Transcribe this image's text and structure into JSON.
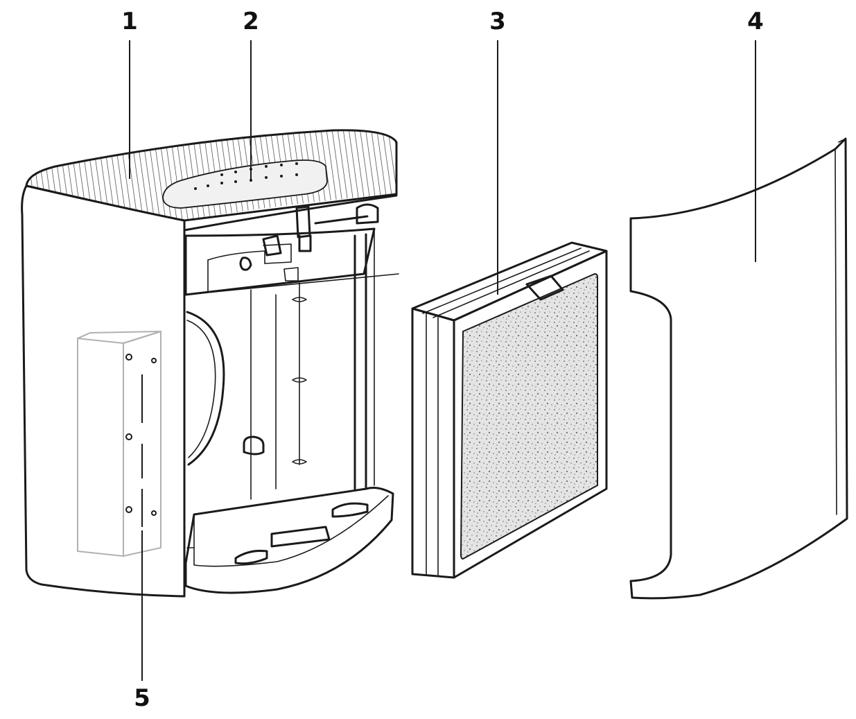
{
  "callouts": [
    {
      "id": "1",
      "label": "1"
    },
    {
      "id": "2",
      "label": "2"
    },
    {
      "id": "3",
      "label": "3"
    },
    {
      "id": "4",
      "label": "4"
    },
    {
      "id": "5",
      "label": "5"
    }
  ],
  "colors": {
    "line": "#1a1a1a",
    "background": "#ffffff",
    "filter_media": "#d6d6d6",
    "ghost_part": "#b8b8b8"
  }
}
